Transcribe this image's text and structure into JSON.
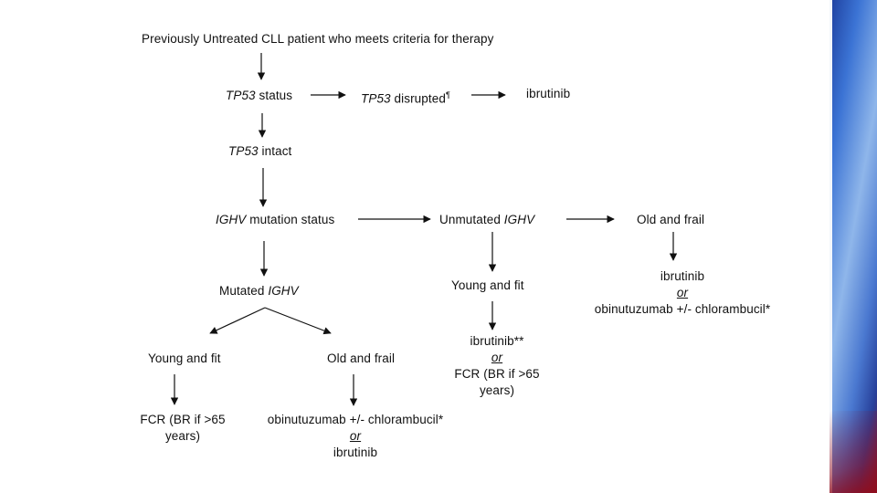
{
  "flowchart": {
    "root": "Previously Untreated CLL patient who meets criteria for therapy",
    "tp53_status": {
      "gene": "TP53",
      "text": " status"
    },
    "tp53_disrupted": {
      "gene": "TP53",
      "text": " disrupted",
      "mark": "¶"
    },
    "ibrutinib_tp53": "ibrutinib",
    "tp53_intact": {
      "gene": "TP53",
      "text": " intact"
    },
    "ighv_status": {
      "gene": "IGHV",
      "text": " mutation status"
    },
    "unmutated_ighv": {
      "text": "Unmutated ",
      "gene": "IGHV"
    },
    "old_frail_unmut": "Old and frail",
    "unmut_frail_therapy": {
      "line1": "ibrutinib",
      "or": "or",
      "line2": "obinutuzumab +/- chlorambucil*"
    },
    "young_fit_unmut": "Young and fit",
    "unmut_fit_therapy": {
      "line1": "ibrutinib**",
      "or": "or",
      "line2": "FCR (BR if >65",
      "line3": "years)"
    },
    "mutated_ighv": {
      "text": "Mutated ",
      "gene": "IGHV"
    },
    "young_fit_mut": "Young and fit",
    "old_frail_mut": "Old and frail",
    "mut_fit_therapy": {
      "line1": "FCR (BR if >65",
      "line2": "years)"
    },
    "mut_frail_therapy": {
      "line1": "obinutuzumab +/- chlorambucil*",
      "or": "or",
      "line2": "ibrutinib"
    }
  },
  "colors": {
    "text": "#111111",
    "arrow": "#111111",
    "band_blue": "#3b73d4",
    "band_red": "#8e0e1e"
  }
}
